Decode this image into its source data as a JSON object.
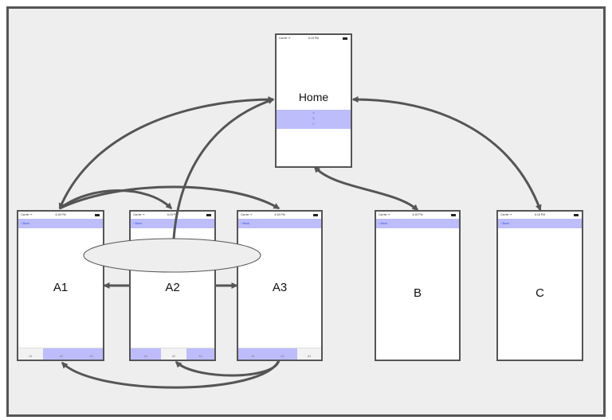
{
  "phone": {
    "carrier": "Carrier ᯤ",
    "time": "6:18 PM"
  },
  "home": {
    "title": "Home",
    "items": [
      "A",
      "B",
      "C"
    ]
  },
  "screens": {
    "a1": {
      "title": "A1",
      "back": "‹ Back"
    },
    "a2": {
      "title": "A2",
      "back": "‹ Back"
    },
    "a3": {
      "title": "A3",
      "back": "‹ Back"
    },
    "b": {
      "title": "B",
      "back": "‹ Back"
    },
    "c": {
      "title": "C",
      "back": "‹ Back"
    }
  },
  "tabs": [
    "A1",
    "A2",
    "A3"
  ],
  "colors": {
    "highlight": "#bdbdfb",
    "frame": "#555555",
    "background": "#eeeeee",
    "link": "#3b5be0"
  }
}
